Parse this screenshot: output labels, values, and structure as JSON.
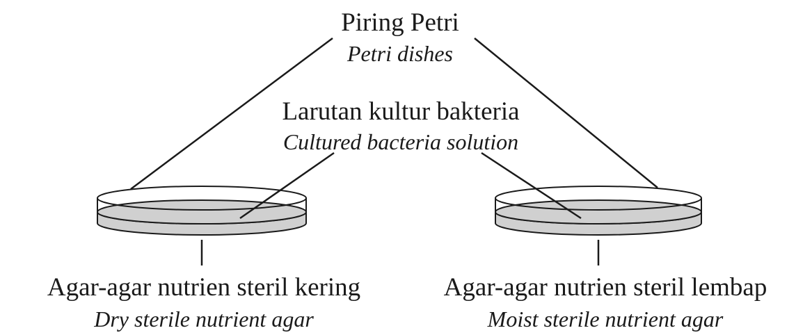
{
  "labels": {
    "petri": {
      "malay": "Piring Petri",
      "english": "Petri dishes"
    },
    "culture": {
      "malay": "Larutan kultur bakteria",
      "english": "Cultured bacteria solution"
    },
    "dry_agar": {
      "malay": "Agar-agar nutrien steril kering",
      "english": "Dry sterile nutrient agar"
    },
    "moist_agar": {
      "malay": "Agar-agar nutrien steril lembap",
      "english": "Moist sterile nutrient agar"
    }
  },
  "colors": {
    "line": "#1a1a1a",
    "agar_fill": "#d0d0d0",
    "dish_fill": "#ffffff"
  }
}
